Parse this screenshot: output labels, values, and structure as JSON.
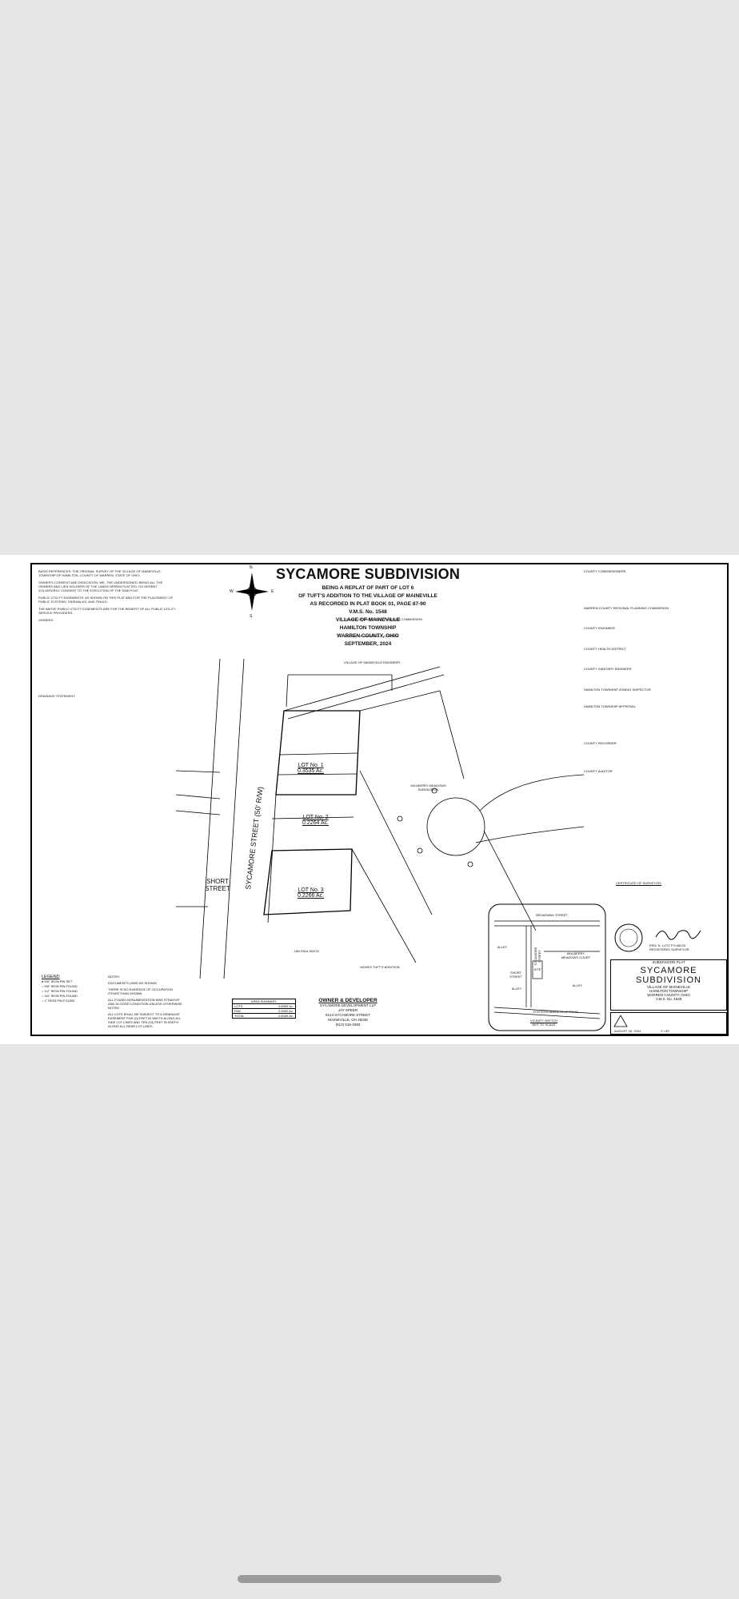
{
  "plat": {
    "title": "SYCAMORE SUBDIVISION",
    "subtitle_lines": [
      "BEING A REPLAT OF PART OF LOT 6",
      "OF TUFT'S ADDITION TO THE VILLAGE OF MAINEVILLE",
      "AS RECORDED IN PLAT BOOK 01, PAGE 87-90",
      "V.M.S. No. 1548",
      "VILLAGE OF MAINEVILLE",
      "HAMILTON TOWNSHIP",
      "WARREN COUNTY, OHIO",
      "SEPTEMBER, 2024"
    ],
    "street_main": "SYCAMORE STREET (50' R/W)",
    "street_short": "SHORT STREET",
    "lots": [
      {
        "name": "LOT No. 1",
        "area": "0.3535 Ac."
      },
      {
        "name": "LOT No. 2",
        "area": "0.2264 Ac."
      },
      {
        "name": "LOT No. 3",
        "area": "0.2266 Ac."
      }
    ],
    "adjacent": [
      "MULBERRY MEADOWS SUBDIVISION",
      "JAN PAUL BOCH",
      "MOSES TUFT'S ADDITION"
    ],
    "vicinity": {
      "title": "VICINITY SKETCH",
      "subtitle": "NOT TO SCALE",
      "labels": [
        "BROADWAY STREET",
        "ALLEY",
        "SYCAMORE STREET",
        "MULBERRY MEADOWS COURT",
        "SHORT STREET",
        "ALLEY",
        "ALLEY",
        "SITE",
        "FOSTERS-MAINEVILLE ROAD"
      ]
    },
    "legend": {
      "title": "LEGEND",
      "items": [
        "5/8\" IRON PIN SET",
        "5/8\" IRON PIN FOUND",
        "1/2\" IRON PIN FOUND",
        "3/4\" IRON PIN FOUND",
        "1\" IRON PIN FOUND"
      ]
    },
    "notes": {
      "title": "NOTES:",
      "items": [
        "DOCUMENTS USED AS SHOWN",
        "THERE IS NO EVIDENCE OF OCCUPATION OTHER THAN SHOWN",
        "ALL FOUND MONUMENTATION WAS STRAIGHT AND IN GOOD CONDITION UNLESS OTHERWISE NOTED",
        "ALL LOTS SHALL BE SUBJECT TO A DRAINAGE EASEMENT FIVE (5) FEET IN WIDTH ALONG ALL SIDE LOT LINES AND TEN (10) FEET IN WIDTH ALONG ALL REAR LOT LINES."
      ]
    },
    "area_summary": {
      "title": "AREA SUMMARY",
      "rows": [
        {
          "label": "LOTS",
          "value": "0.8065 Ac."
        },
        {
          "label": "R/W",
          "value": "0.0000 Ac."
        },
        {
          "label": "TOTAL",
          "value": "0.8065 Ac."
        }
      ]
    },
    "owner": {
      "title": "OWNER & DEVELOPER",
      "lines": [
        "SYCAMORE DEVELOPMENT LLP",
        "JAY SPEER",
        "9124 SYCAMORE STREET",
        "MAINEVILLE, OH 45039",
        "(513) 515-1583"
      ]
    },
    "title_block": {
      "label": "SUBDIVISION PLAT",
      "name": "SYCAMORE SUBDIVISION",
      "lines": [
        "VILLAGE OF MAINEVILLE",
        "HAMILTON TOWNSHIP",
        "WARREN COUNTY, OHIO",
        "V.M.S. No. 1548"
      ],
      "date": "AUGUST 16, 2024",
      "scale": "1\"=30'"
    },
    "surveyor": {
      "title": "CERTIFICATE OF SURVEYOR:",
      "name": "ERIC N. LUTZ P.S.#8233",
      "role": "REGISTERED SURVEYOR"
    },
    "left_text": {
      "blocks": [
        "BASIS REFERENCES: THE ORIGINAL SURVEY OF THE VILLAGE OF MAINEVILLE, TOWNSHIP OF HAMILTON, COUNTY OF WARREN, STATE OF OHIO.",
        "OWNER'S CONSENT AND DEDICATION: WE, THE UNDERSIGNED, BEING ALL THE OWNERS AND LIEN HOLDERS OF THE LANDS HEREIN PLATTED, DO HEREBY VOLUNTARILY CONSENT TO THE EXECUTION OF THE SAID PLAT.",
        "PUBLIC UTILITY EASEMENTS: AS SHOWN ON THIS PLAT AND FOR THE PLACEMENT OF PUBLIC SYSTEMS, SIDEWALKS, AND TRAILS.",
        "THE ABOVE PUBLIC UTILITY EASEMENTS ARE FOR THE BENEFIT OF ALL PUBLIC UTILITY SERVICE PROVIDERS."
      ],
      "owners_label": "OWNERS:",
      "drainage_label": "DRAINAGE STATEMENT:"
    },
    "right_text": {
      "blocks": [
        "COUNTY COMMISSIONERS",
        "WARREN COUNTY REGIONAL PLANNING COMMISSION",
        "COUNTY ENGINEER",
        "COUNTY HEALTH DISTRICT",
        "COUNTY SANITARY ENGINEER",
        "HAMILTON TOWNSHIP ZONING INSPECTOR",
        "HAMILTON TOWNSHIP APPROVAL",
        "COUNTY RECORDER",
        "COUNTY AUDITOR"
      ]
    },
    "mid_text": {
      "blocks": [
        "VILLAGE OF MAINEVILLE, PLANNING COMMISSION",
        "VILLAGE OF MAINEVILLE, COUNCIL",
        "VILLAGE OF MAINEVILLE ENGINEER"
      ]
    },
    "north_arrow": {
      "n": "N",
      "s": "S",
      "e": "E",
      "w": "W"
    }
  }
}
